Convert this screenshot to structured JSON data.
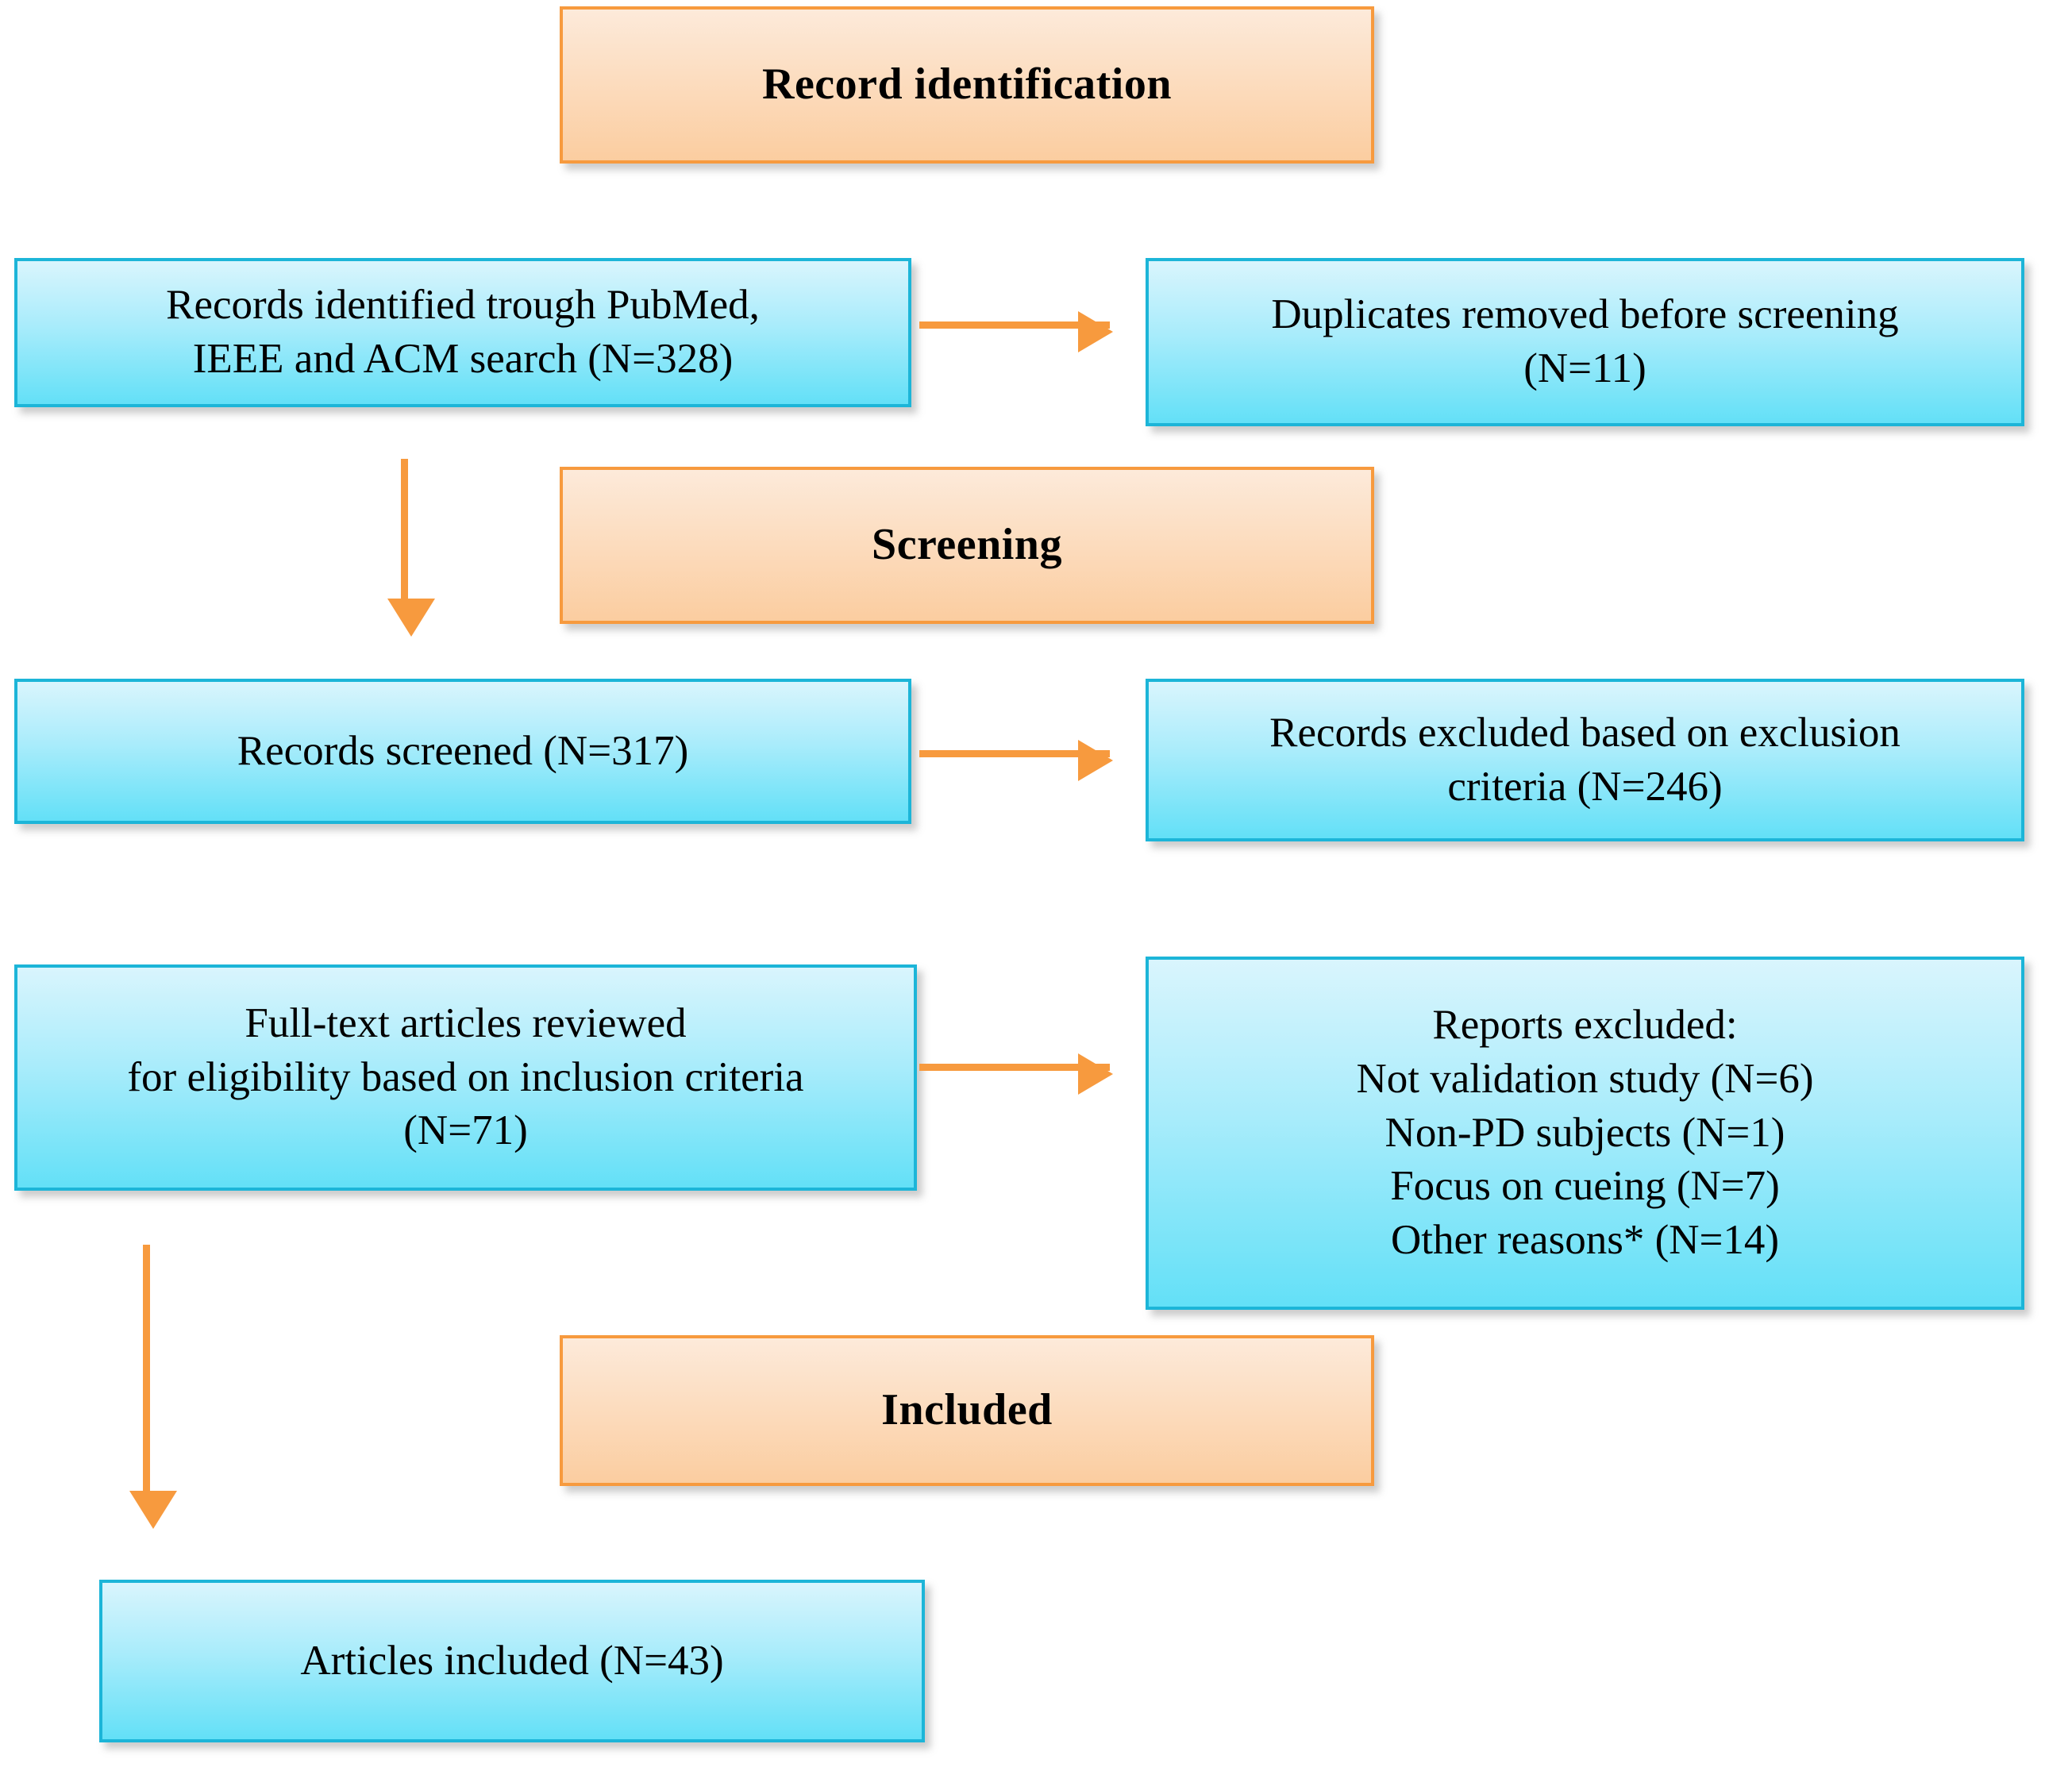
{
  "diagram": {
    "title": "PRISMA study selection flow diagram",
    "colors": {
      "stage_header_border": "#f79a3e",
      "stage_header_fill_top": "#fdeada",
      "stage_header_fill_bottom": "#fbcda0",
      "node_border": "#1cb5d8",
      "node_fill_top": "#d9f5fd",
      "node_fill_bottom": "#63e0f7",
      "arrow": "#f79a3e",
      "text": "#000000",
      "background": "#ffffff"
    },
    "stage_headers": [
      {
        "id": "identification",
        "label": "Record identification"
      },
      {
        "id": "screening",
        "label": "Screening"
      },
      {
        "id": "included",
        "label": "Included"
      }
    ],
    "nodes": [
      {
        "id": "records-identified",
        "lines": [
          "Records identified trough PubMed,",
          "IEEE and ACM search (N=328)"
        ],
        "count": 328
      },
      {
        "id": "duplicates-removed",
        "lines": [
          "Duplicates removed before screening",
          "(N=11)"
        ],
        "count": 11
      },
      {
        "id": "records-screened",
        "lines": [
          "Records screened (N=317)"
        ],
        "count": 317
      },
      {
        "id": "records-excluded",
        "lines": [
          "Records excluded based on exclusion",
          "criteria (N=246)"
        ],
        "count": 246
      },
      {
        "id": "full-text-reviewed",
        "lines": [
          "Full-text articles reviewed",
          "for eligibility based on inclusion criteria",
          "(N=71)"
        ],
        "count": 71
      },
      {
        "id": "reports-excluded",
        "lines": [
          "Reports excluded:",
          "Not validation study (N=6)",
          "Non-PD subjects (N=1)",
          "Focus on cueing (N=7)",
          "Other reasons* (N=14)"
        ],
        "counts": [
          6,
          1,
          7,
          14
        ]
      },
      {
        "id": "articles-included",
        "lines": [
          "Articles included (N=43)"
        ],
        "count": 43
      }
    ],
    "arrows": [
      {
        "id": "identified-to-duplicates",
        "direction": "right"
      },
      {
        "id": "identified-to-screened",
        "direction": "down"
      },
      {
        "id": "screened-to-excluded",
        "direction": "right"
      },
      {
        "id": "fulltext-to-reports-excluded",
        "direction": "right"
      },
      {
        "id": "fulltext-to-included",
        "direction": "down"
      }
    ]
  }
}
